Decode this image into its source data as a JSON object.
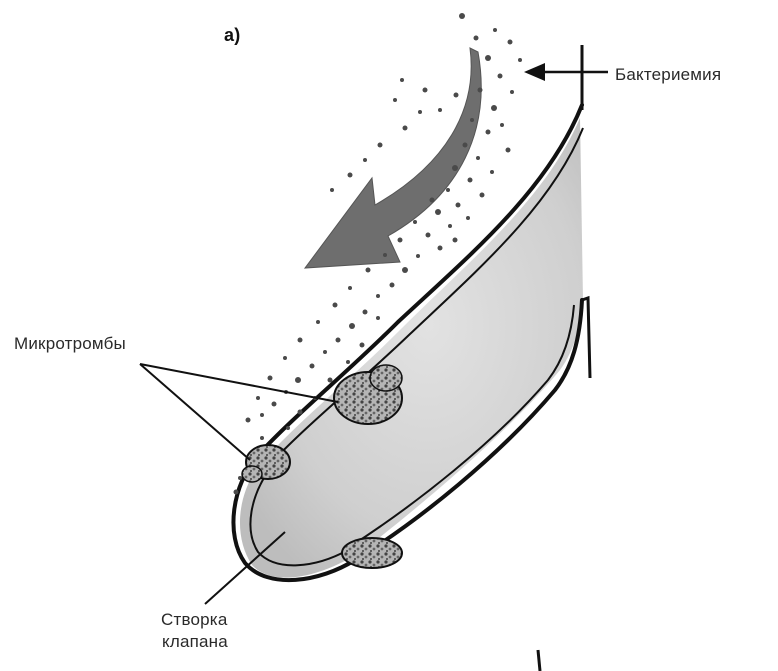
{
  "figure": {
    "panel_label": "а)",
    "labels": {
      "bacteremia": "Бактериемия",
      "microthrombi": "Микротромбы",
      "valve_leaflet_line1": "Створка",
      "valve_leaflet_line2": "клапана"
    },
    "colors": {
      "ink": "#111111",
      "flow_arrow": "#6e6e6e",
      "leaflet_fill": "#d4d4d4",
      "bacteria": "#4a4a4a",
      "thrombus": "#9a9a9a"
    },
    "icons": {
      "flow_arrow": "curved-flow-arrow-icon",
      "pointer_arrow": "pointer-arrow-icon"
    }
  }
}
